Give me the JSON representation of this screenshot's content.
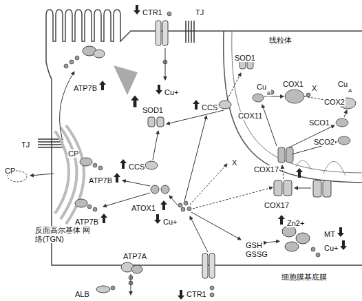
{
  "diagram": {
    "nodes": [
      {
        "text": [
          "线粒体"
        ]
      }
    ],
    "labels": [
      "CTR1",
      "TJ",
      "Cu+",
      "ATP7B",
      "SOD1",
      "CCS",
      "TJ",
      "CP",
      "CP",
      "CCS",
      "ATP7B",
      "ATOX1",
      "ATP7B",
      "反面高尔基体 网络(TGN)",
      "Cu+",
      "X",
      "COX17",
      "Zn2+",
      "MT",
      "Cu+",
      "GSH",
      "GSSG",
      "ATP7A",
      "ALB",
      "CTR1",
      "细胞膜基底膜",
      "SOD1",
      "Cu",
      "B",
      "COX1",
      "X",
      "Cu",
      "A",
      "COX2",
      "SCO1",
      "COX11",
      "SCO2",
      "COX17"
    ]
  }
}
